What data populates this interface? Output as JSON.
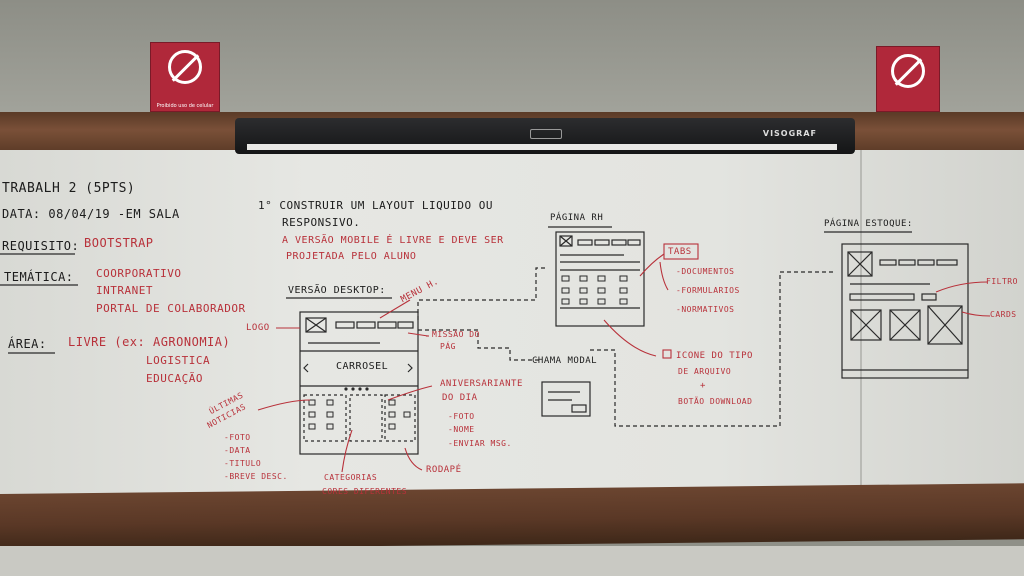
{
  "signs": {
    "left_caption": "Proibido uso de celular"
  },
  "projector": {
    "brand": "VISOGRAF"
  },
  "board": {
    "header": {
      "title": "TRABALH 2 (5PTS)",
      "date": "DATA: 08/04/19  -EM SALA",
      "req_label": "REQUISITO:",
      "req_value": "BOOTSTRAP",
      "tematica_label": "TEMÁTICA:",
      "tematica_items": [
        "COORPORATIVO",
        "INTRANET",
        "PORTAL DE COLABORADOR"
      ],
      "area_label": "ÁREA:",
      "area_items": [
        "LIVRE (ex: AGRONOMIA)",
        "LOGISTICA",
        "EDUCAÇÃO"
      ]
    },
    "instruction": {
      "line1": "1°  CONSTRUIR UM LAYOUT LIQUIDO OU",
      "line2": "RESPONSIVO.",
      "note1": "A VERSÃO MOBILE É LIVRE E DEVE SER",
      "note2": "PROJETADA PELO ALUNO"
    },
    "desktop": {
      "heading": "VERSÃO DESKTOP:",
      "carousel": "CARROSEL",
      "logo": "LOGO",
      "menu": "MENU H.",
      "mission1": "MISSÃO DO",
      "mission2": "PÁG",
      "news1": "ÚLTIMAS",
      "news2": "NOTICIAS",
      "news_fields": [
        "-FOTO",
        "-DATA",
        "-TITULO",
        "-BREVE DESC."
      ],
      "birthday1": "ANIVERSARIANTE",
      "birthday2": "DO DIA",
      "birthday_fields": [
        "-FOTO",
        "-NOME",
        "-ENVIAR MSG."
      ],
      "categories1": "CATEGORIAS",
      "categories2": "CORES DIFERENTES",
      "footer": "RODAPÉ",
      "modal": "CHAMA MODAL"
    },
    "rh": {
      "heading": "PÁGINA RH",
      "tabs": "TABS",
      "tab_items": [
        "-DOCUMENTOS",
        "-FORMULARIOS",
        "-NORMATIVOS"
      ],
      "icon1": "ICONE DO TIPO",
      "icon2": "DE ARQUIVO",
      "plus": "+",
      "download": "BOTÃO DOWNLOAD"
    },
    "stock": {
      "heading": "PÁGINA ESTOQUE:",
      "filter": "FILTRO",
      "cards": "CARDS"
    }
  }
}
